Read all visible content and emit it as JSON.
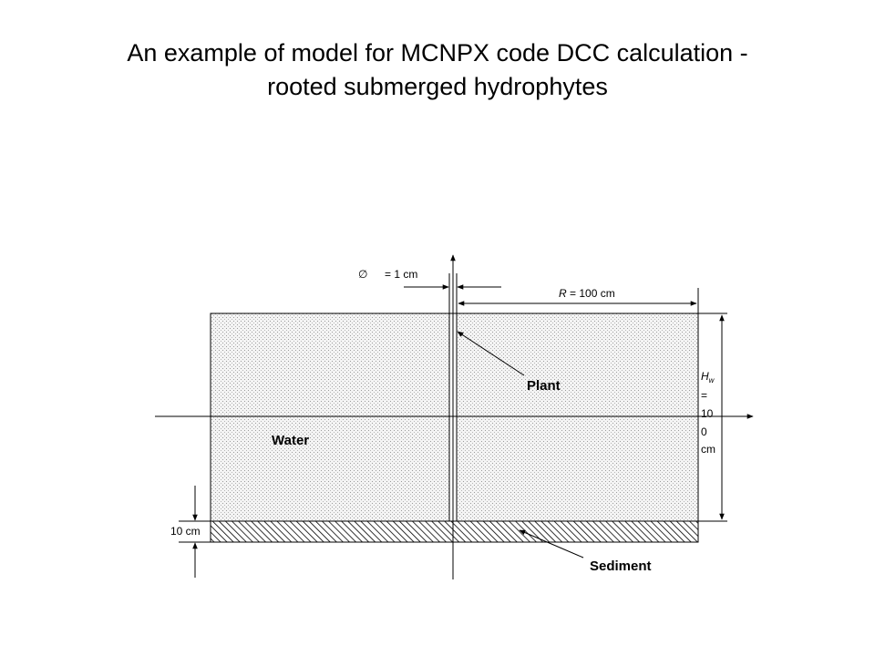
{
  "title": {
    "line1": "An example of model for MCNPX code DCC calculation -",
    "line2": "rooted submerged hydrophytes"
  },
  "labels": {
    "diameter_symbol": "∅",
    "diameter": "= 1 cm",
    "radius_var": "R",
    "radius": " = 100 cm",
    "plant": "Plant",
    "water": "Water",
    "sediment": "Sediment",
    "sediment_thickness": "10 cm",
    "height_var": "H",
    "height_sub": "w",
    "height_lines": [
      "=",
      "10",
      "0",
      "cm"
    ]
  },
  "colors": {
    "line": "#000000",
    "water_fill": "#f2f2f2",
    "background": "#ffffff"
  }
}
